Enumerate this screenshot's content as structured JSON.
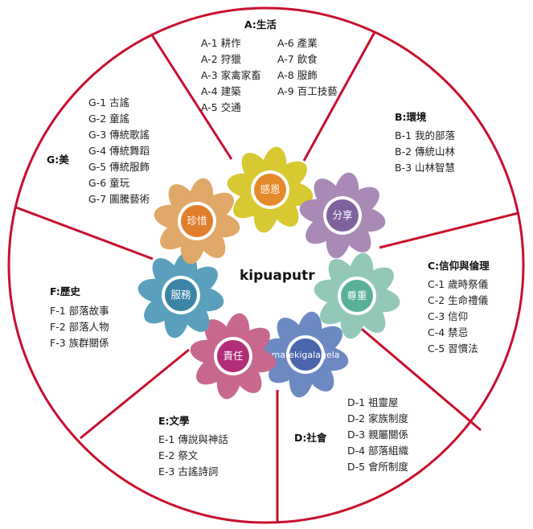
{
  "center": {
    "word": "kipuaputr"
  },
  "flowers": [
    {
      "label": "感恩",
      "petal": "#d8c832",
      "core": "#e58a2a"
    },
    {
      "label": "分享",
      "petal": "#a98ab6",
      "core": "#7e629c"
    },
    {
      "label": "尊重",
      "petal": "#93c8b8",
      "core": "#5aaf98"
    },
    {
      "label": "marekigalagela",
      "petal": "#6d89c2",
      "core": "#4a67ad"
    },
    {
      "label": "責任",
      "petal": "#c8688e",
      "core": "#b22c78"
    },
    {
      "label": "服務",
      "petal": "#5aa0bc",
      "core": "#3b84a6"
    },
    {
      "label": "珍惜",
      "petal": "#e0a868",
      "core": "#e07e2c"
    }
  ],
  "colors": {
    "wheel": "#c8102e",
    "text": "#222222"
  },
  "sections": {
    "A": {
      "title": "A:生活",
      "col1": [
        "A-1 耕作",
        "A-2 狩獵",
        "A-3 家禽家畜",
        "A-4 建築",
        "A-5 交通"
      ],
      "col2": [
        "A-6 產業",
        "A-7 飲食",
        "A-8 服飾",
        "A-9 百工技藝"
      ]
    },
    "B": {
      "title": "B:環境",
      "items": [
        "B-1 我的部落",
        "B-2 傳統山林",
        "B-3 山林智慧"
      ]
    },
    "C": {
      "title": "C:信仰與倫理",
      "items": [
        "C-1 歲時祭儀",
        "C-2 生命禮儀",
        "C-3 信仰",
        "C-4 禁忌",
        "C-5 習慣法"
      ]
    },
    "D": {
      "title": "D:社會",
      "items": [
        "D-1 祖靈屋",
        "D-2 家族制度",
        "D-3 親屬關係",
        "D-4 部落組織",
        "D-5 會所制度"
      ]
    },
    "E": {
      "title": "E:文學",
      "items": [
        "E-1 傳說與神話",
        "E-2 祭文",
        "E-3 古謠詩詞"
      ]
    },
    "F": {
      "title": "F:歷史",
      "items": [
        "F-1 部落故事",
        "F-2 部落人物",
        "F-3 族群關係"
      ]
    },
    "G": {
      "title": "G:美",
      "items": [
        "G-1 古謠",
        "G-2 童謠",
        "G-3 傳統歌謠",
        "G-4 傳統舞蹈",
        "G-5 傳統服飾",
        "G-6 童玩",
        "G-7 圖騰藝術"
      ]
    }
  }
}
